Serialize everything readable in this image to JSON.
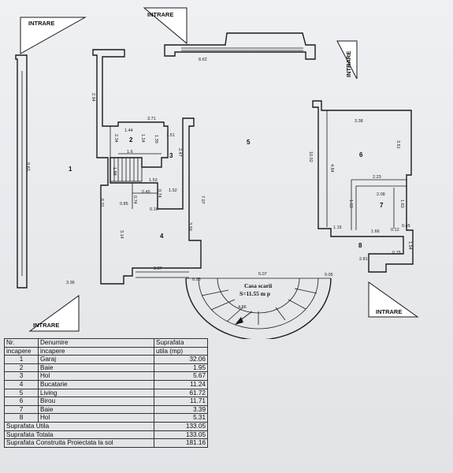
{
  "entrances": [
    "INTRARE",
    "INTRARE",
    "INTRARE",
    "INTRARE",
    "INTRARE"
  ],
  "rooms": [
    "1",
    "2",
    "3",
    "4",
    "5",
    "6",
    "7",
    "8"
  ],
  "stair": {
    "title": "Casa scarii",
    "area": "S=11.55 m p",
    "dims": [
      "5.07",
      "4.86",
      "0.28",
      "0.05"
    ]
  },
  "dimensions": [
    "8.62",
    "2.94",
    "3.71",
    "1.44",
    "2.34",
    "1.24",
    "1.39",
    "1.51",
    "1.6",
    "2.47",
    "1.88",
    "1.53",
    "0.74",
    "0.45",
    "0.74",
    "1.52",
    "0.85",
    "0.16",
    "6.31",
    "3.14",
    "9.63",
    "3.36",
    "7.07",
    "3.59",
    "3.27",
    "3.38",
    "3.61",
    "10.02",
    "4.84",
    "2.23",
    "2.08",
    "1.63",
    "1.63",
    "1.15",
    "1.66",
    "0.12",
    "0.45",
    "1.54",
    "0.15",
    "2.81"
  ],
  "table": {
    "header1": [
      "Nr.",
      "Denumire",
      "Suprafata"
    ],
    "header2": [
      "incapere",
      "incapere",
      "utila (mp)"
    ],
    "rows": [
      [
        "1",
        "Garaj",
        "32.06"
      ],
      [
        "2",
        "Baie",
        "1.95"
      ],
      [
        "3",
        "Hol",
        "5.67"
      ],
      [
        "4",
        "Bucatarie",
        "11.24"
      ],
      [
        "5",
        "Living",
        "61.72"
      ],
      [
        "6",
        "Birou",
        "11.71"
      ],
      [
        "7",
        "Baie",
        "3.39"
      ],
      [
        "8",
        "Hol",
        "5.31"
      ]
    ],
    "totals": [
      [
        "Suprafata Utila",
        "133.05"
      ],
      [
        "Suprafata Totala",
        "133.05"
      ],
      [
        "Suprafata Construita Proiectata la sol",
        "181.16"
      ]
    ]
  },
  "colors": {
    "paper": "#e9ebee",
    "ink": "#1a1a1a"
  }
}
